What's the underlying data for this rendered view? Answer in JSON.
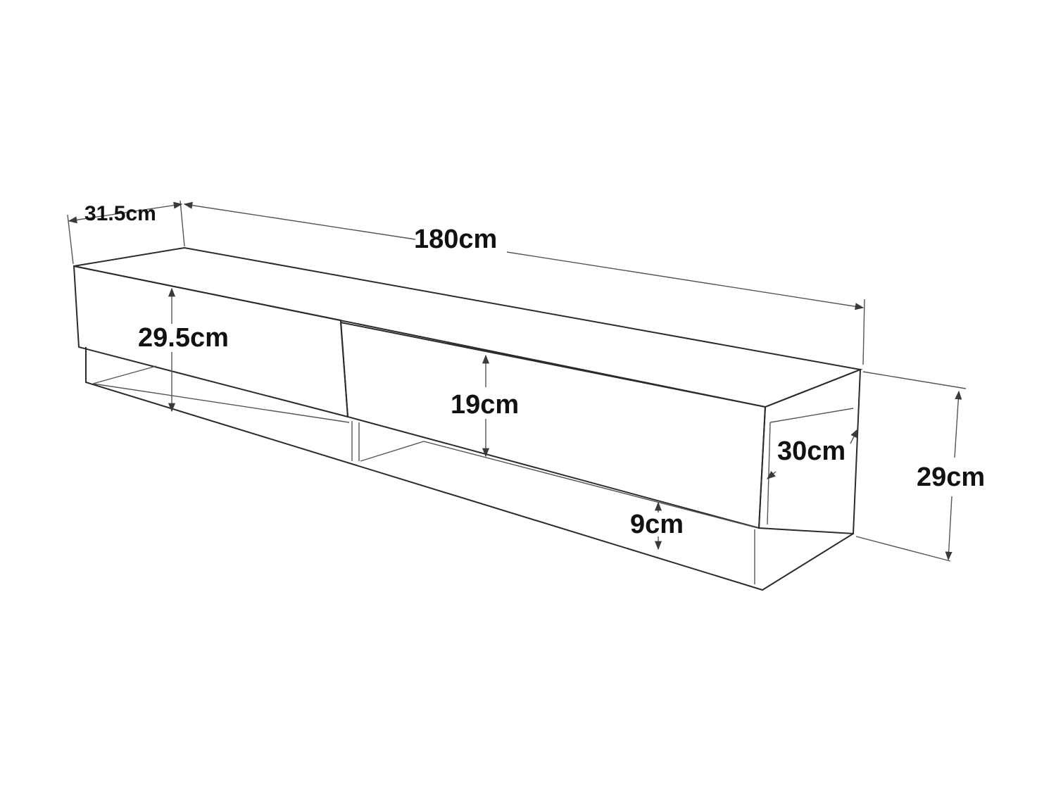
{
  "diagram": {
    "dimensions": {
      "depth": "31.5cm",
      "width": "180cm",
      "front_height": "29.5cm",
      "drawing_height": "19cm",
      "drawer_depth": "30cm",
      "height": "29cm",
      "shelf_height": "9cm"
    },
    "colors": {
      "line": "#2b2b2b",
      "background": "#ffffff",
      "arrow": "#3a3a3a"
    }
  }
}
